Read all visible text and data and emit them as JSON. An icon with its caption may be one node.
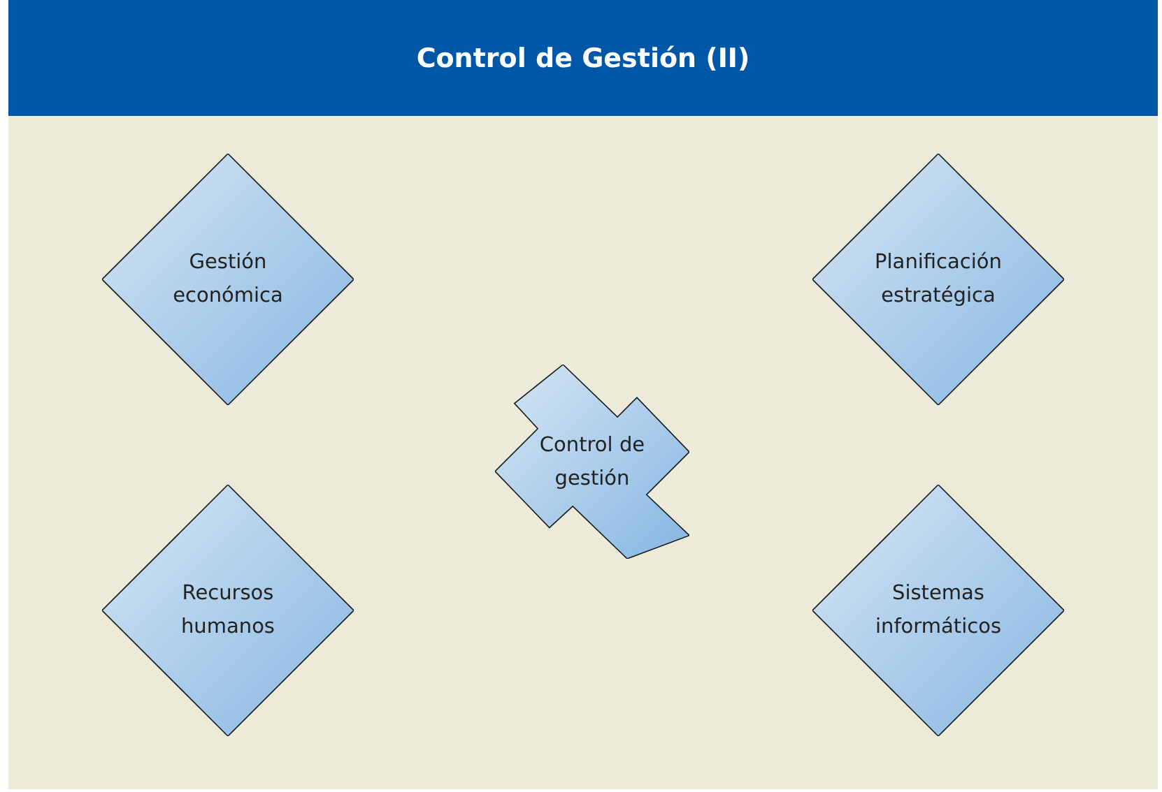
{
  "diagram": {
    "title": "Control de Gestión (II)",
    "nodes": [
      {
        "text": [
          "Gestión económica"
        ]
      },
      {
        "text": [
          "Planificación estratégica"
        ]
      },
      {
        "text": [
          "Control de gestión"
        ]
      },
      {
        "text": [
          "Recursos humanos"
        ]
      },
      {
        "text": [
          "Sistemas informáticos"
        ]
      }
    ]
  }
}
